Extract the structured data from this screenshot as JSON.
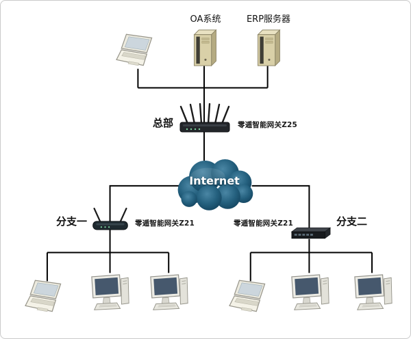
{
  "colors": {
    "cloud_fill": "#24607e",
    "connector_line": "#000000",
    "background": "#ffffff"
  },
  "icons": {
    "laptop": "laptop-icon",
    "server_tower": "server-tower-icon",
    "hq_wireless_gateway": "wireless-gateway-6-antenna-icon",
    "branch_wireless_gateway": "wireless-gateway-2-antenna-icon",
    "branch_rack_gateway": "rack-gateway-icon",
    "desktop_pc": "desktop-pc-icon",
    "internet_cloud": "cloud-icon"
  },
  "nodes": {
    "oa_system": {
      "label": "OA系统"
    },
    "erp_server": {
      "label": "ERP服务器"
    },
    "headquarters": {
      "label": "总部",
      "gateway": "零遁智能网关Z25"
    },
    "internet": {
      "label": "Internet"
    },
    "branch1": {
      "label": "分支一",
      "gateway": "零遁智能网关Z21"
    },
    "branch2": {
      "label": "分支二",
      "gateway": "零遁智能网关Z21"
    }
  }
}
